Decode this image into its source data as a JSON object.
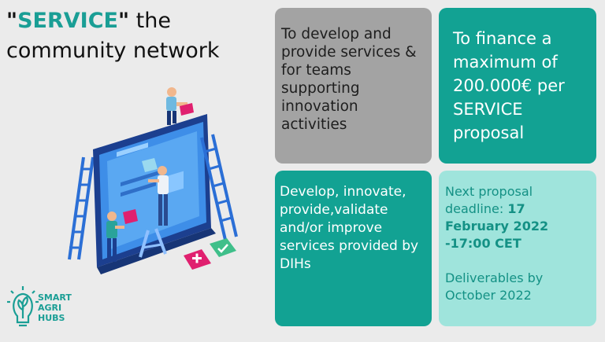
{
  "title": {
    "quote_open": "\"",
    "service_word": "SERVICE",
    "quote_close": "\"",
    "line1_tail": " the",
    "line2": "community network"
  },
  "boxes": {
    "develop_provide": "To develop and provide services & for teams supporting innovation activities",
    "finance": "To finance a maximum of 200.000€ per SERVICE proposal",
    "develop_list": "Develop, innovate, provide,validate and/or improve services provided by DIHs",
    "deadline": {
      "prefix": "Next proposal deadline: ",
      "date": "17 February 2022 -17:00 CET",
      "deliverables": "Deliverables by October 2022"
    }
  },
  "logo": {
    "line1": "SMART",
    "line2": "AGRI",
    "line3": "HUBS"
  },
  "colors": {
    "background": "#ebebeb",
    "teal": "#12a293",
    "light_teal": "#9fe4dc",
    "grey": "#a3a3a3",
    "accent_pink": "#e0206f"
  }
}
